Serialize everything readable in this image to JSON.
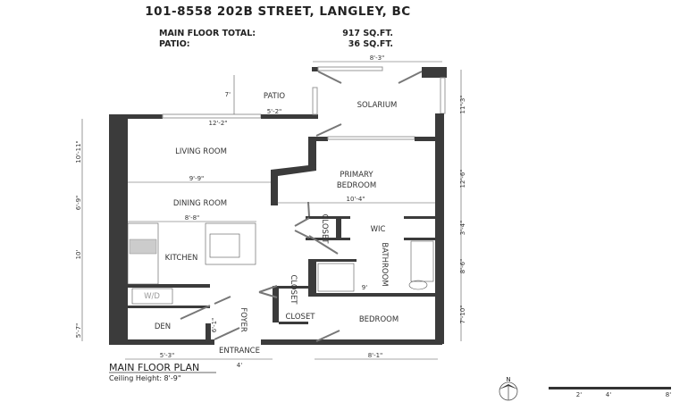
{
  "header": {
    "address": "101-8558 202B STREET, LANGLEY, BC",
    "main_floor_label": "MAIN FLOOR TOTAL:",
    "main_floor_value": "917 SQ.FT.",
    "patio_label": "PATIO:",
    "patio_value": "36 SQ.FT."
  },
  "rooms": {
    "patio": "PATIO",
    "solarium": "SOLARIUM",
    "living": "LIVING ROOM",
    "primary_line1": "PRIMARY",
    "primary_line2": "BEDROOM",
    "dining": "DINING ROOM",
    "closet1": "CLOSET",
    "wic": "WIC",
    "kitchen": "KITCHEN",
    "bathroom": "BATHROOM",
    "wd": "W/D",
    "closet2": "CLOSET",
    "closet3": "CLOSET",
    "bedroom": "BEDROOM",
    "den": "DEN",
    "foyer": "FOYER",
    "entrance": "ENTRANCE"
  },
  "dimensions": {
    "solarium_width": "8'-3\"",
    "patio_depth": "7'",
    "patio_width": "5'-2\"",
    "living_width": "12'-2\"",
    "dining_width": "9'-9\"",
    "primary_width": "10'-4\"",
    "kitchen_width": "8'-8\"",
    "bath_width": "9'",
    "foyer_len": "6'-1\"",
    "den_width": "5'-3\"",
    "entrance_width": "4'",
    "bedroom_width": "8'-1\"",
    "left": [
      "10'-11\"",
      "6'-9\"",
      "10'",
      "5'-7\""
    ],
    "right": [
      "11'-3\"",
      "12'-6\"",
      "3'-4\"",
      "8'-6\"",
      "7'-10\""
    ]
  },
  "footer": {
    "plan_title": "MAIN FLOOR PLAN",
    "ceiling": "Ceiling Height: 8'-9\"",
    "north": "N",
    "scale": [
      "2'",
      "4'",
      "8'"
    ]
  }
}
